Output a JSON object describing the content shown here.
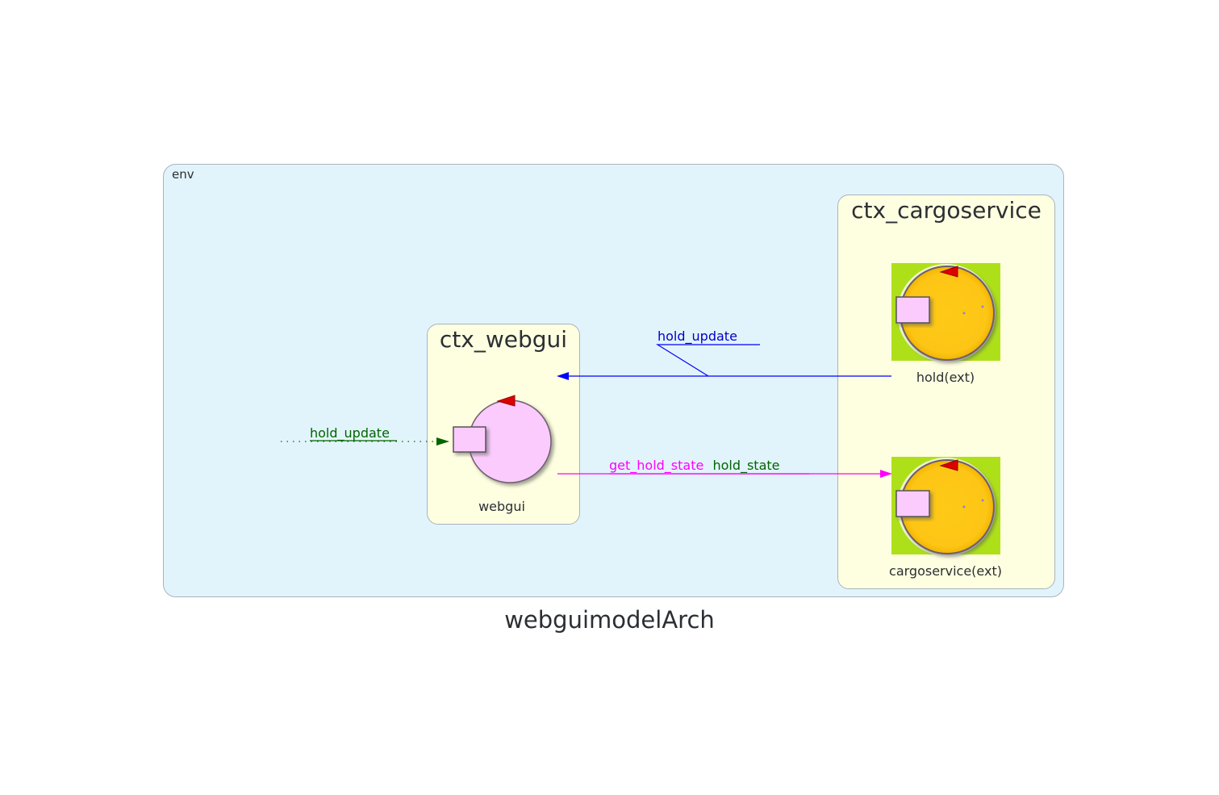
{
  "diagram": {
    "title": "webguimodelArch",
    "env_label": "env",
    "contexts": [
      {
        "id": "ctx_webgui",
        "title": "ctx_webgui"
      },
      {
        "id": "ctx_cargoservice",
        "title": "ctx_cargoservice"
      }
    ],
    "nodes": {
      "webgui": {
        "label": "webgui",
        "icon": "actor-icon",
        "color": "#fbcbfe"
      },
      "hold": {
        "label": "hold(ext)",
        "icon": "external-actor-icon",
        "color": "#fec81a"
      },
      "cargoservice": {
        "label": "cargoservice(ext)",
        "icon": "external-actor-icon",
        "color": "#fec81a"
      }
    },
    "edges": {
      "in_hold_update": {
        "label": "hold_update",
        "color": "#006400",
        "style": "dotted"
      },
      "hold_to_webgui": {
        "label": "hold_update",
        "color": "#0000ff",
        "style": "solid"
      },
      "webgui_to_cargo": {
        "label_request": "get_hold_state",
        "label_reply": "hold_state",
        "color_request": "#ff00ff",
        "color_reply": "#006400",
        "style": "solid"
      }
    }
  }
}
